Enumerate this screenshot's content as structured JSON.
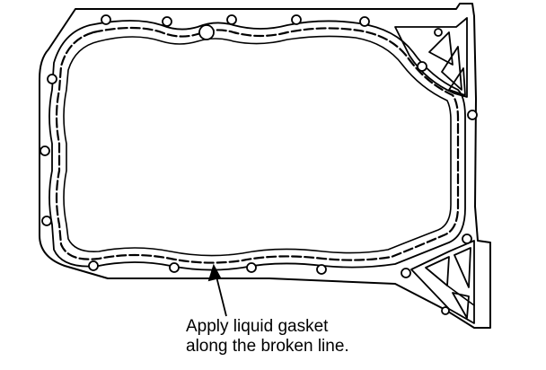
{
  "diagram": {
    "type": "oil pan gasket diagram",
    "callout": {
      "line1": "Apply liquid gasket",
      "line2": "along the broken line."
    },
    "ink_color": "#000000",
    "background_color": "#ffffff"
  }
}
